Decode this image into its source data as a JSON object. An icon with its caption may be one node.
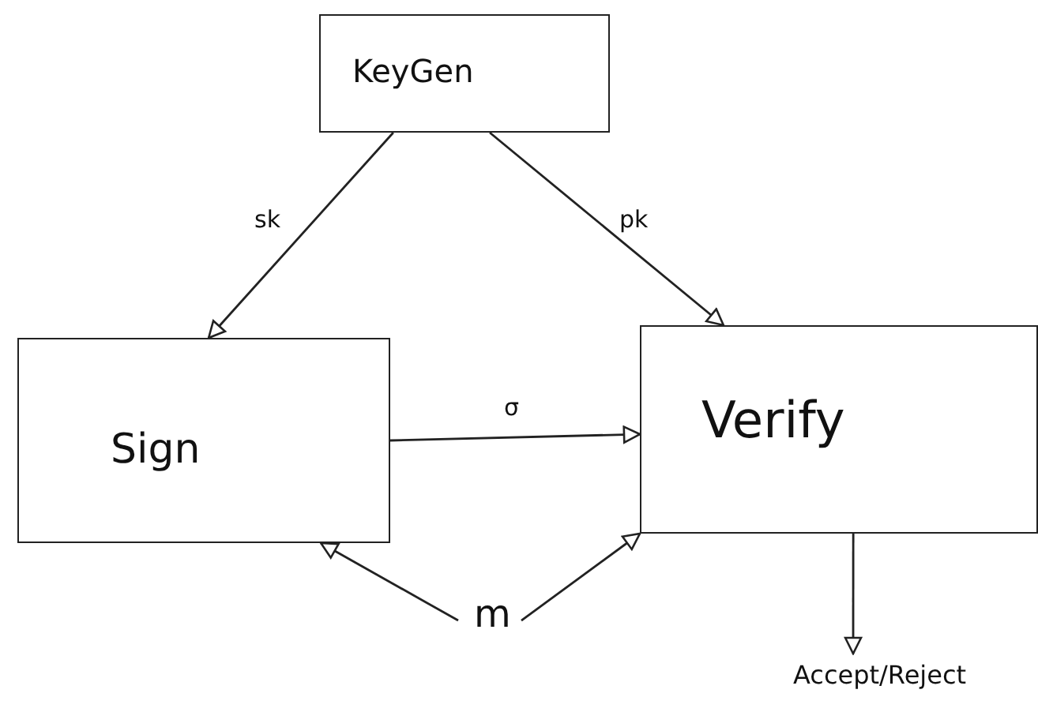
{
  "diagram": {
    "nodes": [
      {
        "text": [
          "KeyGen"
        ]
      },
      {
        "text": [
          "Sign"
        ]
      },
      {
        "text": [
          "Verify"
        ]
      },
      {
        "text": [
          "m"
        ]
      },
      {
        "text": [
          "Accept/Reject"
        ]
      }
    ],
    "edges": [
      {
        "from": 0,
        "to": 1,
        "arrow": "to",
        "label": "sk"
      },
      {
        "from": 0,
        "to": 2,
        "arrow": "to",
        "label": "pk"
      },
      {
        "from": 1,
        "to": 2,
        "arrow": "to",
        "label": "σ"
      },
      {
        "from": 3,
        "to": 1,
        "arrow": "to"
      },
      {
        "from": 3,
        "to": 2,
        "arrow": "to"
      },
      {
        "from": 2,
        "to": 4,
        "arrow": "to"
      }
    ]
  }
}
